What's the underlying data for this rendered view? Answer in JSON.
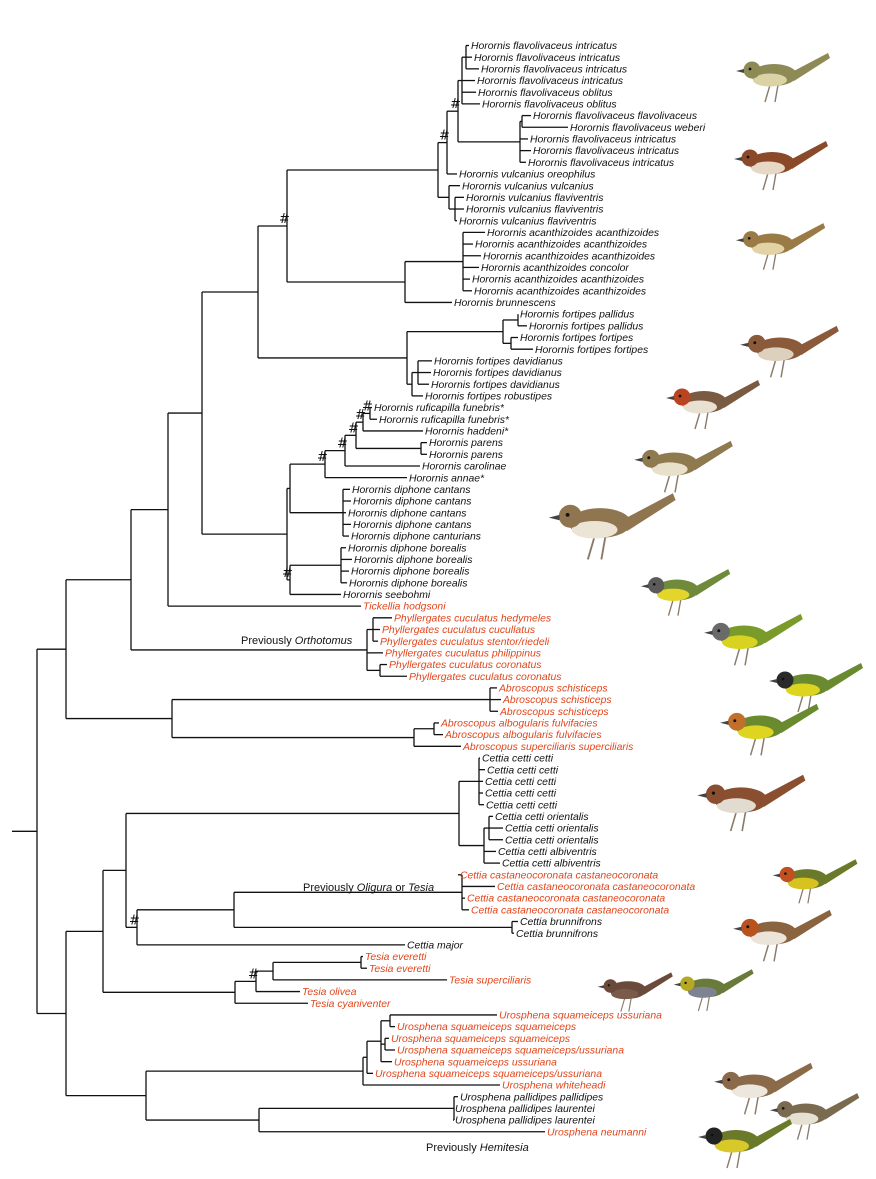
{
  "colors": {
    "line": "#111111",
    "standard_label": "#111111",
    "reassigned_label": "#e0461c"
  },
  "hash_symbol": "#",
  "leaves": [
    {
      "label": "Horornis flavolivaceus intricatus",
      "red": false
    },
    {
      "label": "Horornis flavolivaceus intricatus",
      "red": false
    },
    {
      "label": "Horornis flavolivaceus intricatus",
      "red": false
    },
    {
      "label": "Horornis flavolivaceus intricatus",
      "red": false
    },
    {
      "label": "Horornis flavolivaceus oblitus",
      "red": false
    },
    {
      "label": "Horornis flavolivaceus oblitus",
      "red": false
    },
    {
      "label": "Horornis flavolivaceus flavolivaceus",
      "red": false
    },
    {
      "label": "Horornis flavolivaceus weberi",
      "red": false
    },
    {
      "label": "Horornis flavolivaceus intricatus",
      "red": false
    },
    {
      "label": "Horornis flavolivaceus intricatus",
      "red": false
    },
    {
      "label": "Horornis flavolivaceus intricatus",
      "red": false
    },
    {
      "label": "Horornis vulcanius oreophilus",
      "red": false
    },
    {
      "label": "Horornis vulcanius vulcanius",
      "red": false
    },
    {
      "label": "Horornis vulcanius flaviventris",
      "red": false
    },
    {
      "label": "Horornis vulcanius flaviventris",
      "red": false
    },
    {
      "label": "Horornis vulcanius flaviventris",
      "red": false
    },
    {
      "label": "Horornis acanthizoides acanthizoides",
      "red": false
    },
    {
      "label": "Horornis acanthizoides acanthizoides",
      "red": false
    },
    {
      "label": "Horornis acanthizoides acanthizoides",
      "red": false
    },
    {
      "label": "Horornis acanthizoides concolor",
      "red": false
    },
    {
      "label": "Horornis acanthizoides acanthizoides",
      "red": false
    },
    {
      "label": "Horornis acanthizoides acanthizoides",
      "red": false
    },
    {
      "label": "Horornis brunnescens",
      "red": false
    },
    {
      "label": "Horornis fortipes pallidus",
      "red": false
    },
    {
      "label": "Horornis fortipes pallidus",
      "red": false
    },
    {
      "label": "Horornis fortipes fortipes",
      "red": false
    },
    {
      "label": "Horornis fortipes fortipes",
      "red": false
    },
    {
      "label": "Horornis fortipes davidianus",
      "red": false
    },
    {
      "label": "Horornis fortipes davidianus",
      "red": false
    },
    {
      "label": "Horornis fortipes davidianus",
      "red": false
    },
    {
      "label": "Horornis fortipes robustipes",
      "red": false
    },
    {
      "label": "Horornis ruficapilla funebris*",
      "red": false
    },
    {
      "label": "Horornis ruficapilla funebris*",
      "red": false
    },
    {
      "label": "Horornis haddeni*",
      "red": false
    },
    {
      "label": "Horornis parens",
      "red": false
    },
    {
      "label": "Horornis parens",
      "red": false
    },
    {
      "label": "Horornis carolinae",
      "red": false
    },
    {
      "label": "Horornis annae*",
      "red": false
    },
    {
      "label": "Horornis diphone cantans",
      "red": false
    },
    {
      "label": "Horornis diphone cantans",
      "red": false
    },
    {
      "label": "Horornis diphone cantans",
      "red": false
    },
    {
      "label": "Horornis diphone cantans",
      "red": false
    },
    {
      "label": "Horornis diphone canturians",
      "red": false
    },
    {
      "label": "Horornis diphone borealis",
      "red": false
    },
    {
      "label": "Horornis diphone borealis",
      "red": false
    },
    {
      "label": "Horornis diphone borealis",
      "red": false
    },
    {
      "label": "Horornis diphone borealis",
      "red": false
    },
    {
      "label": "Horornis seebohmi",
      "red": false
    },
    {
      "label": "Tickellia hodgsoni",
      "red": true
    },
    {
      "label": "Phyllergates cuculatus hedymeles",
      "red": true
    },
    {
      "label": "Phyllergates cuculatus cucullatus",
      "red": true
    },
    {
      "label": "Phyllergates cuculatus stentor/riedeli",
      "red": true
    },
    {
      "label": "Phyllergates cuculatus philippinus",
      "red": true
    },
    {
      "label": "Phyllergates cuculatus coronatus",
      "red": true
    },
    {
      "label": "Phyllergates cuculatus coronatus",
      "red": true
    },
    {
      "label": "Abroscopus schisticeps",
      "red": true
    },
    {
      "label": "Abroscopus schisticeps",
      "red": true
    },
    {
      "label": "Abroscopus schisticeps",
      "red": true
    },
    {
      "label": "Abroscopus albogularis fulvifacies",
      "red": true
    },
    {
      "label": "Abroscopus albogularis fulvifacies",
      "red": true
    },
    {
      "label": "Abroscopus superciliaris superciliaris",
      "red": true
    },
    {
      "label": "Cettia cetti cetti",
      "red": false
    },
    {
      "label": "Cettia cetti cetti",
      "red": false
    },
    {
      "label": "Cettia cetti cetti",
      "red": false
    },
    {
      "label": "Cettia cetti cetti",
      "red": false
    },
    {
      "label": "Cettia cetti cetti",
      "red": false
    },
    {
      "label": "Cettia cetti orientalis",
      "red": false
    },
    {
      "label": "Cettia cetti orientalis",
      "red": false
    },
    {
      "label": "Cettia cetti orientalis",
      "red": false
    },
    {
      "label": "Cettia cetti albiventris",
      "red": false
    },
    {
      "label": "Cettia cetti albiventris",
      "red": false
    },
    {
      "label": "Cettia castaneocoronata castaneocoronata",
      "red": true
    },
    {
      "label": "Cettia castaneocoronata castaneocoronata",
      "red": true
    },
    {
      "label": "Cettia castaneocoronata castaneocoronata",
      "red": true
    },
    {
      "label": "Cettia castaneocoronata castaneocoronata",
      "red": true
    },
    {
      "label": "Cettia brunnifrons",
      "red": false
    },
    {
      "label": "Cettia brunnifrons",
      "red": false
    },
    {
      "label": "Cettia major",
      "red": false
    },
    {
      "label": "Tesia everetti",
      "red": true
    },
    {
      "label": "Tesia everetti",
      "red": true
    },
    {
      "label": "Tesia superciliaris",
      "red": true
    },
    {
      "label": "Tesia olivea",
      "red": true
    },
    {
      "label": "Tesia cyaniventer",
      "red": true
    },
    {
      "label": "Urosphena squameiceps ussuriana",
      "red": true
    },
    {
      "label": "Urosphena squameiceps squameiceps",
      "red": true
    },
    {
      "label": "Urosphena squameiceps squameiceps",
      "red": true
    },
    {
      "label": "Urosphena squameiceps squameiceps/ussuriana",
      "red": true
    },
    {
      "label": "Urosphena squameiceps ussuriana",
      "red": true
    },
    {
      "label": "Urosphena squameiceps squameiceps/ussuriana",
      "red": true
    },
    {
      "label": "Urosphena whiteheadi",
      "red": true
    },
    {
      "label": "Urosphena pallidipes pallidipes",
      "red": false
    },
    {
      "label": "Urosphena pallidipes laurentei",
      "red": false
    },
    {
      "label": "Urosphena pallidipes laurentei",
      "red": false
    },
    {
      "label": "Urosphena neumanni",
      "red": true
    }
  ],
  "annotations": [
    {
      "prefix": "Previously ",
      "genus": "Orthotomus",
      "rest": ""
    },
    {
      "prefix": "Previously ",
      "genus": "Oligura",
      "rest": " or ",
      "genus2": "Tesia"
    },
    {
      "prefix": "Previously ",
      "genus": "Hemitesia",
      "rest": ""
    }
  ],
  "illustrations": [
    {
      "icon": "olive-warbler-icon",
      "body": "#8e8a55",
      "belly": "#d9d3a6",
      "cap": "#8e8a55"
    },
    {
      "icon": "rufous-warbler-icon",
      "body": "#8a4a2a",
      "belly": "#e6d8c4",
      "cap": "#8a4a2a"
    },
    {
      "icon": "brown-warbler-icon",
      "body": "#9a7a45",
      "belly": "#e2d2a5",
      "cap": "#9a7a45"
    },
    {
      "icon": "brown-bush-warbler-icon",
      "body": "#8a5a3a",
      "belly": "#ddd0bd",
      "cap": "#8a5a3a"
    },
    {
      "icon": "rufous-capped-warbler-icon",
      "body": "#7a5a40",
      "belly": "#e8e0d0",
      "cap": "#b8451f"
    },
    {
      "icon": "olive-brown-warbler-icon",
      "body": "#8f7a50",
      "belly": "#e8e0c8",
      "cap": "#8f7a50"
    },
    {
      "icon": "large-brown-warbler-icon",
      "body": "#8f7650",
      "belly": "#ece4d4",
      "cap": "#8f7650"
    },
    {
      "icon": "grey-headed-yellow-warbler-icon",
      "body": "#6e8a3a",
      "belly": "#e3d52a",
      "cap": "#5a5a5a"
    },
    {
      "icon": "yellow-olive-tailorbird-icon",
      "body": "#7a9a2a",
      "belly": "#d8d220",
      "cap": "#6a6a6a"
    },
    {
      "icon": "black-faced-warbler-icon",
      "body": "#6a8a30",
      "belly": "#ddd420",
      "cap": "#2a2a2a"
    },
    {
      "icon": "rufous-faced-warbler-icon",
      "body": "#6a8a30",
      "belly": "#ddd520",
      "cap": "#c0702a"
    },
    {
      "icon": "cettis-warbler-icon",
      "body": "#8a4e30",
      "belly": "#e2dcd0",
      "cap": "#8a4e30"
    },
    {
      "icon": "chestnut-headed-tesia-icon",
      "body": "#6a7a2a",
      "belly": "#d8c220",
      "cap": "#c0501f"
    },
    {
      "icon": "brown-headed-warbler-icon",
      "body": "#8a6440",
      "belly": "#ece4d8",
      "cap": "#b8521f"
    },
    {
      "icon": "slaty-bellied-tesia-icon",
      "body": "#6a4a3a",
      "belly": "#7a5a4a",
      "cap": "#6a4a3a"
    },
    {
      "icon": "grey-bellied-tesia-icon",
      "body": "#6a7a3a",
      "belly": "#7f8290",
      "cap": "#b5a825"
    },
    {
      "icon": "asian-stubtail-icon",
      "body": "#8a6a48",
      "belly": "#ece6dc",
      "cap": "#8a6a48"
    },
    {
      "icon": "pale-footed-warbler-icon",
      "body": "#7a6a50",
      "belly": "#e6e0d2",
      "cap": "#7a6a50"
    },
    {
      "icon": "neumanns-warbler-icon",
      "body": "#6a7a2a",
      "belly": "#d8c82a",
      "cap": "#222222"
    }
  ]
}
